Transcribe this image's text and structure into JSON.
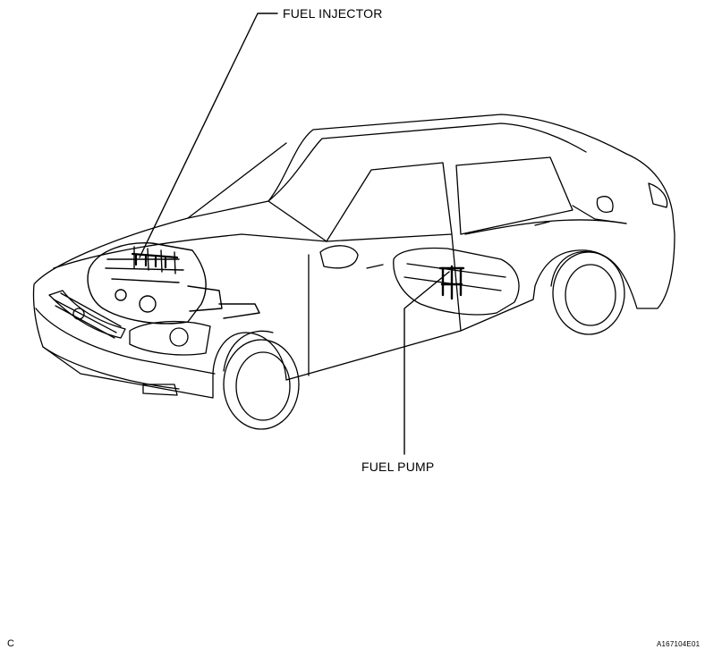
{
  "labels": {
    "fuel_injector": "FUEL INJECTOR",
    "fuel_pump": "FUEL PUMP",
    "corner_mark": "C",
    "figure_code": "A167104E01"
  },
  "colors": {
    "line": "#000000",
    "background": "#ffffff"
  }
}
